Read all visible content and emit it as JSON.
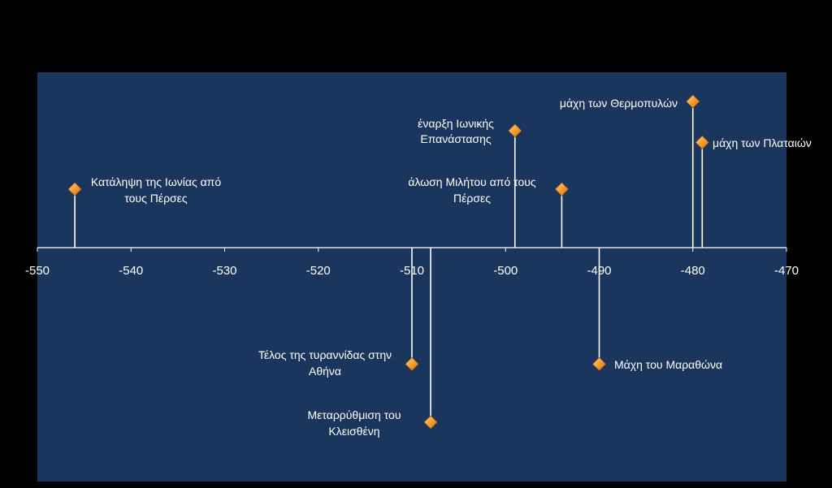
{
  "chart_data": {
    "type": "scatter",
    "subtype": "timeline",
    "title": "",
    "xlabel": "",
    "ylabel": "",
    "xlim": [
      -550,
      -470
    ],
    "ylim": [
      -4,
      4
    ],
    "x_ticks": [
      -550,
      -540,
      -530,
      -520,
      -510,
      -500,
      -490,
      -480,
      -470
    ],
    "x_tick_labels": [
      "-550",
      "-540",
      "-530",
      "-520",
      "-510",
      "-500",
      "-490",
      "-480",
      "-470"
    ],
    "grid": false,
    "plot_background": "#1b365d",
    "figure_background": "#000000",
    "marker_color": "#f39a2e",
    "axis_color": "#ffffff",
    "text_color": "#ffffff",
    "events": [
      {
        "x": -546,
        "y": 1.0,
        "label": [
          "Κατάληψη της Ιωνίας από",
          "τους Πέρσες"
        ],
        "label_side": "right"
      },
      {
        "x": -510,
        "y": -2.0,
        "label": [
          "Τέλος της τυραννίδας στην",
          "Αθήνα"
        ],
        "label_side": "left"
      },
      {
        "x": -508,
        "y": -3.0,
        "label": [
          "Μεταρρύθμιση του",
          "Κλεισθένη"
        ],
        "label_side": "left"
      },
      {
        "x": -499,
        "y": 2.0,
        "label": [
          "έναρξη Ιωνικής",
          "Επανάστασης"
        ],
        "label_side": "left"
      },
      {
        "x": -494,
        "y": 1.0,
        "label": [
          "άλωση Μιλήτου από τους",
          "Πέρσες"
        ],
        "label_side": "left"
      },
      {
        "x": -490,
        "y": -2.0,
        "label": [
          "Μάχη του Μαραθώνα"
        ],
        "label_side": "right"
      },
      {
        "x": -480,
        "y": 2.5,
        "label": [
          "μάχη των Θερμοπυλών"
        ],
        "label_side": "left"
      },
      {
        "x": -479,
        "y": 1.8,
        "label": [
          "μάχη των Πλαταιών"
        ],
        "label_side": "right"
      }
    ]
  }
}
